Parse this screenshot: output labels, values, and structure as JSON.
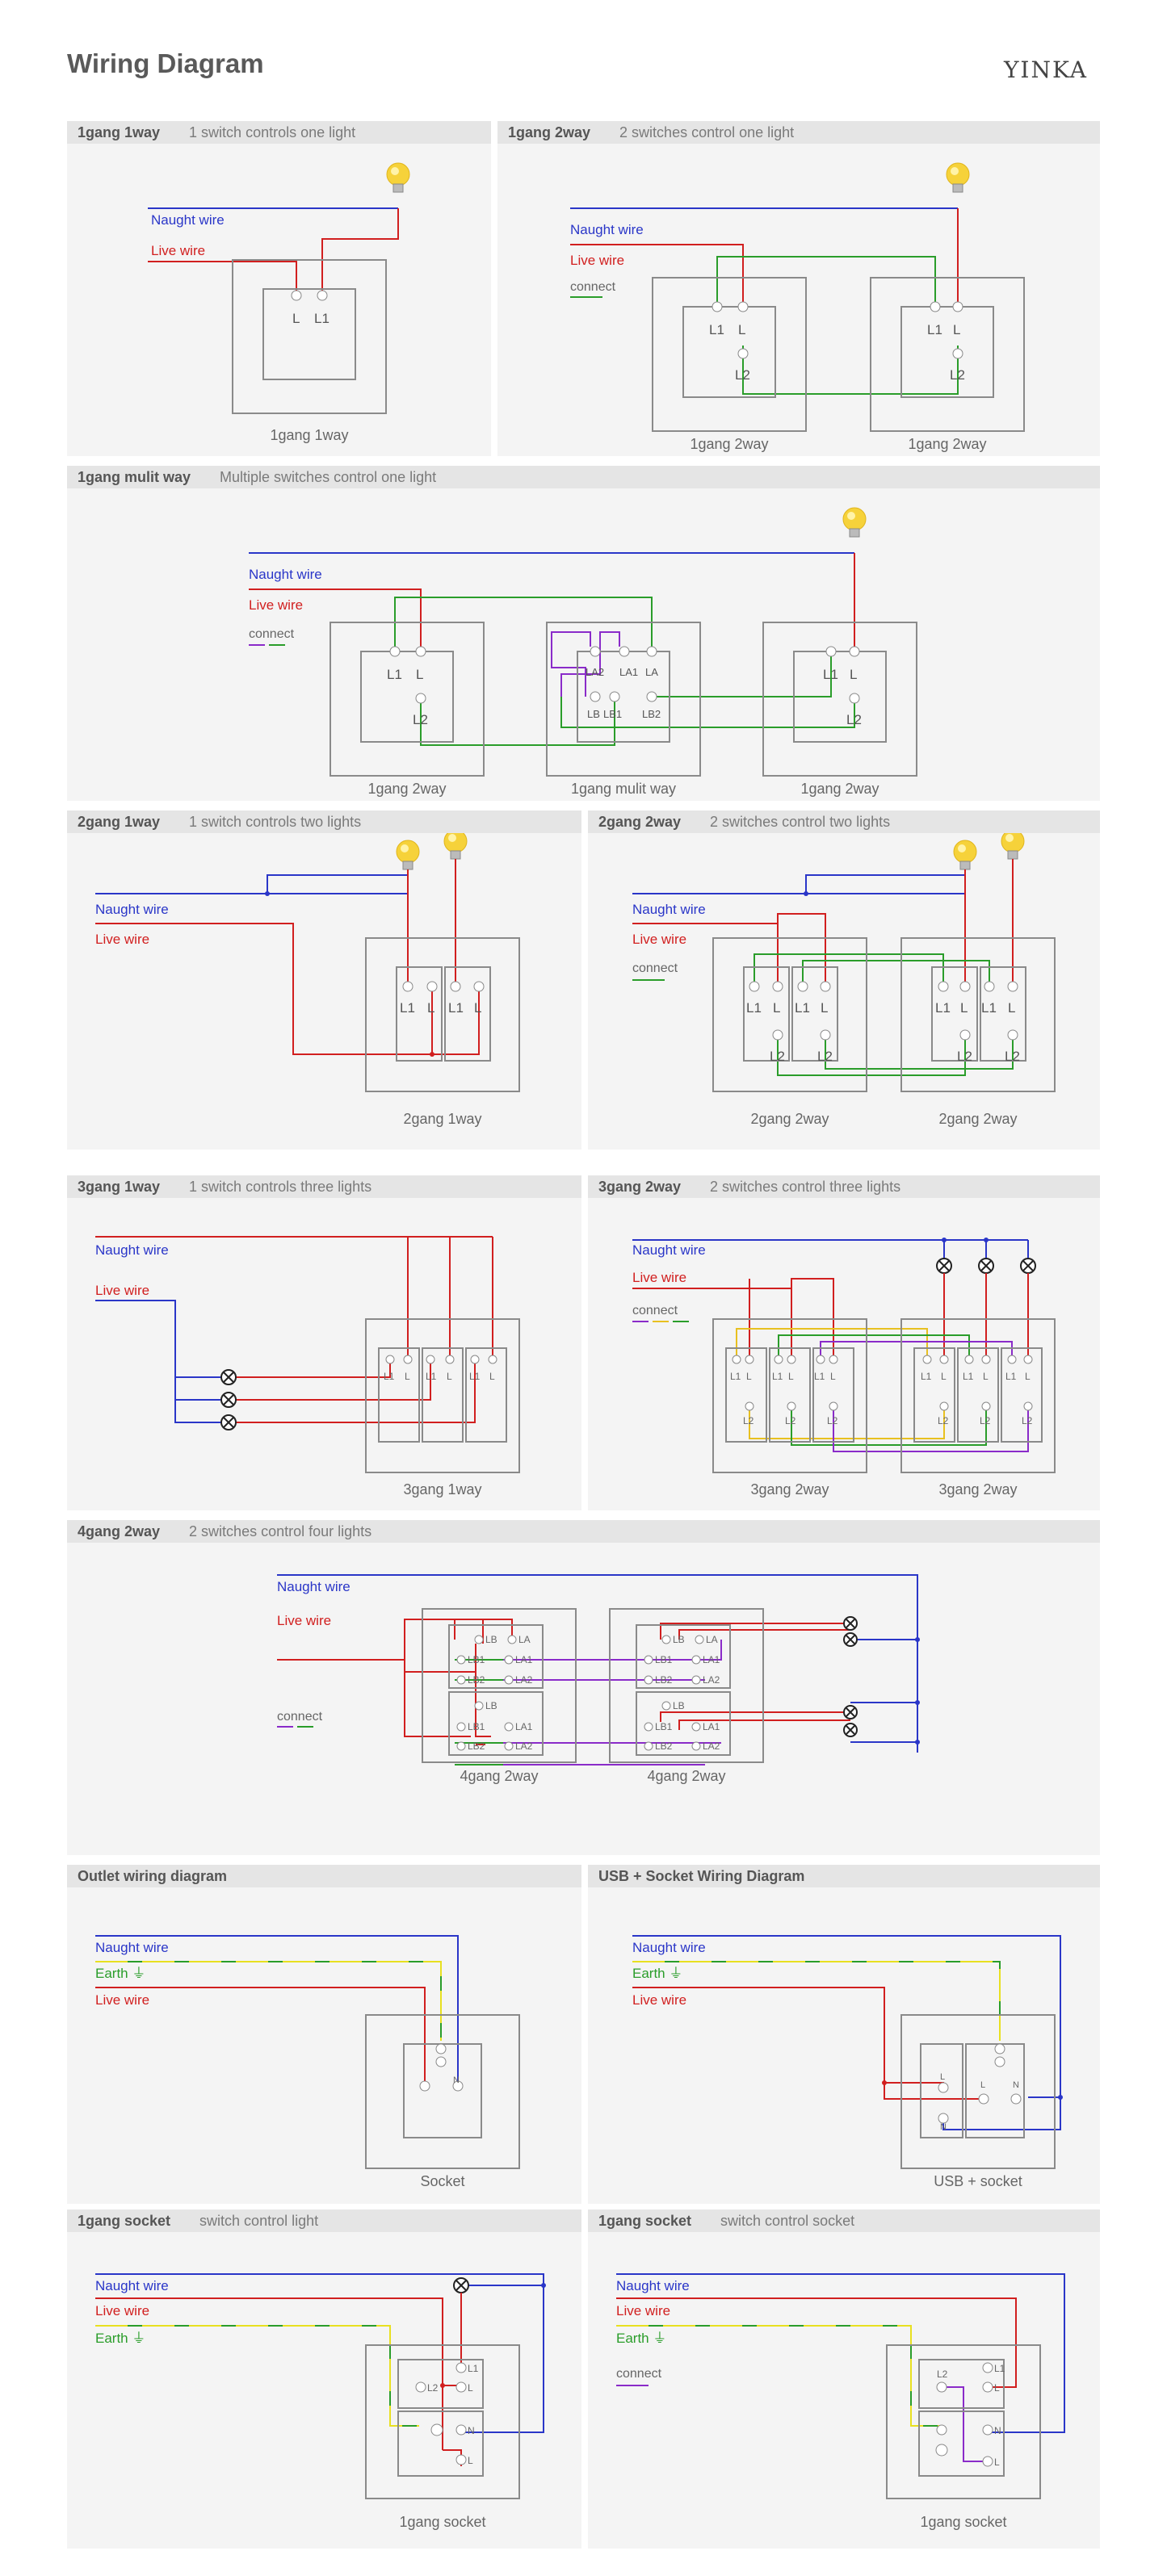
{
  "header": {
    "title": "Wiring Diagram",
    "brand": "YINKA"
  },
  "panels": [
    {
      "id": "p1",
      "name": "1gang 1way",
      "desc": "1 switch controls one light",
      "labels": {
        "naught": "Naught wire",
        "live": "Live wire"
      },
      "captions": [
        "1gang 1way"
      ],
      "terminals": [
        "L",
        "L1"
      ]
    },
    {
      "id": "p2",
      "name": "1gang 2way",
      "desc": "2 switches control one light",
      "labels": {
        "naught": "Naught wire",
        "live": "Live wire",
        "connect": "connect"
      },
      "captions": [
        "1gang 2way",
        "1gang 2way"
      ],
      "terminals": [
        "L1",
        "L",
        "L2"
      ]
    },
    {
      "id": "p3",
      "name": "1gang mulit way",
      "desc": "Multiple switches control one light",
      "labels": {
        "naught": "Naught wire",
        "live": "Live wire",
        "connect": "connect"
      },
      "captions": [
        "1gang 2way",
        "1gang mulit way",
        "1gang 2way"
      ],
      "terminals": [
        "L1",
        "L",
        "L2",
        "LA2",
        "LA1",
        "LA",
        "LB",
        "LB1",
        "LB2"
      ]
    },
    {
      "id": "p4",
      "name": "2gang 1way",
      "desc": "1 switch controls two lights",
      "labels": {
        "naught": "Naught wire",
        "live": "Live wire"
      },
      "captions": [
        "2gang 1way"
      ],
      "terminals": [
        "L1",
        "L"
      ]
    },
    {
      "id": "p5",
      "name": "2gang 2way",
      "desc": "2 switches control two lights",
      "labels": {
        "naught": "Naught wire",
        "live": "Live wire",
        "connect": "connect"
      },
      "captions": [
        "2gang 2way",
        "2gang 2way"
      ],
      "terminals": [
        "L1",
        "L",
        "L2"
      ]
    },
    {
      "id": "p6",
      "name": "3gang 1way",
      "desc": "1 switch controls three lights",
      "labels": {
        "naught": "Naught wire",
        "live": "Live wire"
      },
      "captions": [
        "3gang 1way"
      ],
      "terminals": [
        "L1",
        "L"
      ]
    },
    {
      "id": "p7",
      "name": "3gang 2way",
      "desc": "2 switches control three lights",
      "labels": {
        "naught": "Naught wire",
        "live": "Live wire",
        "connect": "connect"
      },
      "captions": [
        "3gang 2way",
        "3gang 2way"
      ],
      "terminals": [
        "L1",
        "L",
        "L2"
      ]
    },
    {
      "id": "p8",
      "name": "4gang 2way",
      "desc": "2 switches control four lights",
      "labels": {
        "naught": "Naught wire",
        "live": "Live wire",
        "connect": "connect"
      },
      "captions": [
        "4gang 2way",
        "4gang 2way"
      ],
      "terminals": [
        "LB",
        "LA",
        "LB1",
        "LA1",
        "LB2",
        "LA2"
      ]
    },
    {
      "id": "p9",
      "name": "Outlet wiring diagram",
      "desc": "",
      "labels": {
        "naught": "Naught wire",
        "earth": "Earth ⏚",
        "live": "Live wire"
      },
      "captions": [
        "Socket"
      ],
      "terminals": [
        "L",
        "N"
      ]
    },
    {
      "id": "p10",
      "name": "USB + Socket Wiring Diagram",
      "desc": "",
      "labels": {
        "naught": "Naught wire",
        "earth": "Earth ⏚",
        "live": "Live wire"
      },
      "captions": [
        "USB + socket"
      ],
      "terminals": [
        "L",
        "N"
      ]
    },
    {
      "id": "p11",
      "name": "1gang socket",
      "desc": "switch control light",
      "labels": {
        "naught": "Naught wire",
        "live": "Live wire",
        "earth": "Earth ⏚"
      },
      "captions": [
        "1gang socket"
      ],
      "terminals": [
        "L1",
        "L2",
        "L",
        "N"
      ]
    },
    {
      "id": "p12",
      "name": "1gang socket",
      "desc": "switch control socket",
      "labels": {
        "naught": "Naught wire",
        "live": "Live wire",
        "earth": "Earth ⏚",
        "connect": "connect"
      },
      "captions": [
        "1gang socket"
      ],
      "terminals": [
        "L1",
        "L2",
        "L",
        "N"
      ]
    }
  ],
  "colors": {
    "naught": "#2a36c8",
    "live": "#d11f1f",
    "connect": "#2a9d2a",
    "purple": "#8a2bc9",
    "earth_y": "#e8e020",
    "earth_g": "#2a9d2a",
    "box": "#8a8a8a",
    "bg": "#f4f4f4",
    "head": "#e5e5e5"
  }
}
